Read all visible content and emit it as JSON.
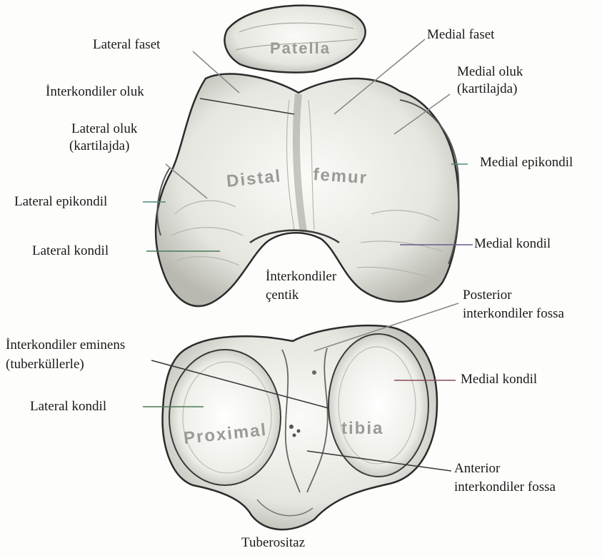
{
  "bone_labels": {
    "patella": "Patella",
    "distal": "Distal",
    "femur": "femur",
    "proximal": "Proximal",
    "tibia": "tibia"
  },
  "labels": {
    "lateral_faset": "Lateral faset",
    "interkondiler_oluk": "İnterkondiler oluk",
    "lateral_oluk_1": "Lateral oluk",
    "lateral_oluk_2": "(kartilajda)",
    "lateral_epikondil": "Lateral epikondil",
    "lateral_kondil_femur": "Lateral kondil",
    "medial_faset": "Medial faset",
    "medial_oluk_1": "Medial oluk",
    "medial_oluk_2": "(kartilajda)",
    "medial_epikondil": "Medial epikondil",
    "medial_kondil_femur": "Medial kondil",
    "interkondiler_centik_1": "İnterkondiler",
    "interkondiler_centik_2": "çentik",
    "posterior_fossa_1": "Posterior",
    "posterior_fossa_2": "interkondiler fossa",
    "eminens_1": "İnterkondiler eminens",
    "eminens_2": "(tuberküllerle)",
    "lateral_kondil_tibia": "Lateral kondil",
    "medial_kondil_tibia": "Medial kondil",
    "anterior_fossa_1": "Anterior",
    "anterior_fossa_2": "interkondiler fossa",
    "tuberositaz": "Tuberositaz"
  },
  "colors": {
    "bone_fill": "#f2f2ee",
    "bone_shade": "#bdbdb7",
    "outline": "#2b2b2b",
    "leader_gray": "#8a8a8a",
    "leader_teal": "#4f8a78",
    "leader_purple": "#6a5a8a",
    "leader_maroon": "#8a4a5a",
    "leader_green": "#4a7a55"
  }
}
